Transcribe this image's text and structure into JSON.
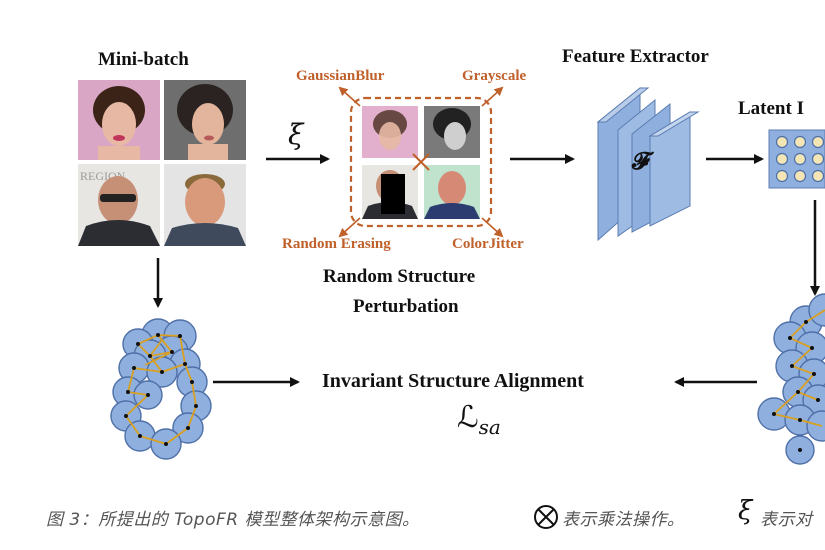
{
  "minibatch": {
    "title": "Mini-batch"
  },
  "perturb": {
    "xi_symbol": "ξ",
    "labels": {
      "top_left": "GaussianBlur",
      "top_right": "Grayscale",
      "bottom_left": "Random Erasing",
      "bottom_right": "ColorJitter"
    },
    "title_line1": "Random Structure",
    "title_line2": "Perturbation"
  },
  "extractor": {
    "title": "Feature Extractor",
    "symbol": "𝓕"
  },
  "latent": {
    "title": "Latent I"
  },
  "alignment": {
    "title": "Invariant Structure Alignment",
    "loss": "ℒ",
    "loss_sub": "sa"
  },
  "caption": {
    "part1": "图 3：所提出的 TopoFR 模型整体架构示意图。",
    "part2": "表示乘法操作。",
    "part3": "表示对"
  },
  "colors": {
    "orange": "#c0602a",
    "node_fill": "#8fb0de",
    "node_stroke": "#4f6fa8",
    "edge_color": "#d9a021",
    "cube_front": "#8fb0de"
  }
}
